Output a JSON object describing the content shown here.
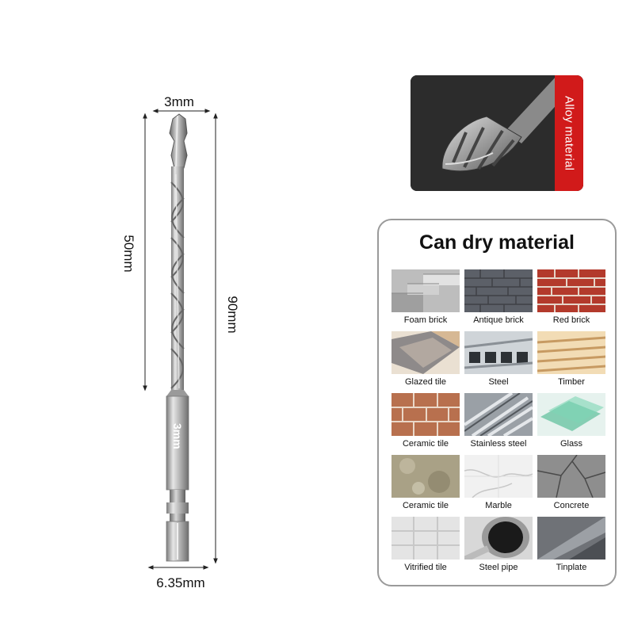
{
  "dimensions": {
    "tip_width": "3mm",
    "flute_length": "50mm",
    "total_length": "90mm",
    "shank_width": "6.35mm",
    "shank_marking": "3mm"
  },
  "alloy_badge": {
    "label": "Alloy material",
    "ribbon_color": "#d11a1a"
  },
  "materials": {
    "title": "Can dry material",
    "items": [
      {
        "label": "Foam brick"
      },
      {
        "label": "Antique brick"
      },
      {
        "label": "Red brick"
      },
      {
        "label": "Glazed tile"
      },
      {
        "label": "Steel"
      },
      {
        "label": "Timber"
      },
      {
        "label": "Ceramic tile"
      },
      {
        "label": "Stainless steel"
      },
      {
        "label": "Glass"
      },
      {
        "label": "Ceramic tile"
      },
      {
        "label": "Marble"
      },
      {
        "label": "Concrete"
      },
      {
        "label": "Vitrified tile"
      },
      {
        "label": "Steel pipe"
      },
      {
        "label": "Tinplate"
      }
    ]
  }
}
